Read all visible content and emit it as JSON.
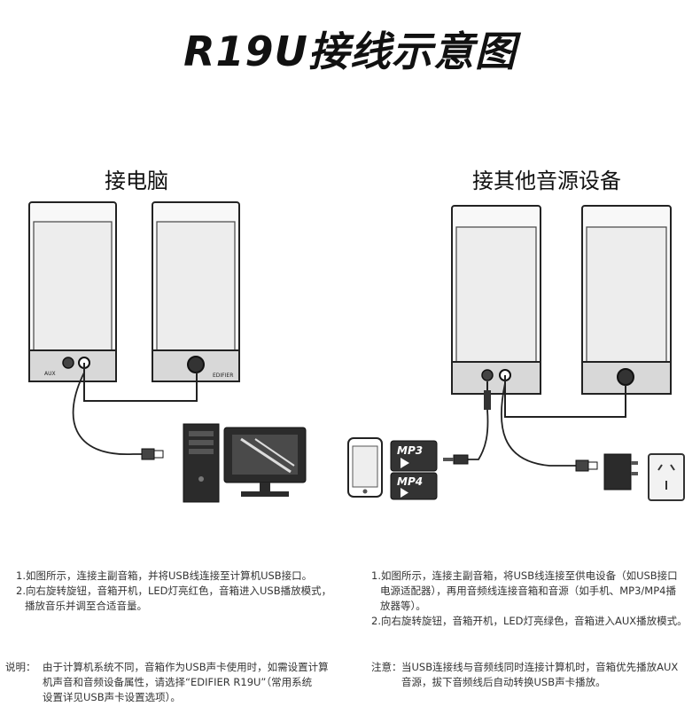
{
  "title": "R19U接线示意图",
  "left": {
    "heading": "接电脑",
    "notes": [
      "1.如图所示，连接主副音箱，并将USB线连接至计算机USB接口。",
      "2.向右旋转旋钮，音箱开机，LED灯亮红色，音箱进入USB播放模式，",
      "播放音乐并调至合适音量。"
    ],
    "remark_label": "说明：",
    "remark_lines": [
      "由于计算机系统不同，音箱作为USB声卡使用时，如需设置计算",
      "机声音和音频设备属性，请选择“EDIFIER R19U”（常用系统",
      "设置详见USB声卡设置选项）。"
    ]
  },
  "right": {
    "heading": "接其他音源设备",
    "notes": [
      "1.如图所示，连接主副音箱，将USB线连接至供电设备（如USB接口",
      "电源适配器），再用音频线连接音箱和音源（如手机、MP3/MP4播",
      "放器等）。",
      "2.向右旋转旋钮，音箱开机，LED灯亮绿色，音箱进入AUX播放模式。"
    ],
    "remark_label": "注意：",
    "remark_lines": [
      "当USB连接线与音频线同时连接计算机时，音箱优先播放AUX",
      "音源，拔下音频线后自动转换USB声卡播放。"
    ]
  },
  "devices": {
    "mp3_label": "MP3",
    "mp4_label": "MP4"
  },
  "icons": [
    "speaker-icon",
    "computer-tower-icon",
    "monitor-icon",
    "phone-icon",
    "mp3-player-icon",
    "mp4-player-icon",
    "power-adapter-icon",
    "wall-socket-icon",
    "usb-plug-icon",
    "audio-jack-icon",
    "volume-knob-icon"
  ]
}
